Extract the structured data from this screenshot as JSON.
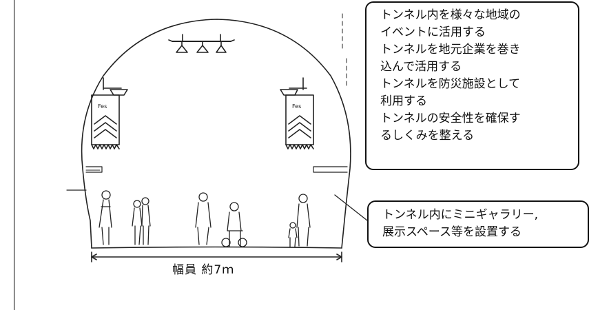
{
  "callouts": {
    "activities": [
      "トンネル内を様々な地域の",
      "イベントに活用する",
      "トンネルを地元企業を巻き",
      "込んで活用する",
      "トンネルを防災施設として",
      "利用する",
      "トンネルの安全性を確保す",
      "るしくみを整える"
    ],
    "gallery": [
      "トンネル内にミニギャラリー,",
      "展示スペース等を設置する"
    ]
  },
  "banners": {
    "left_text": "Fes",
    "right_text": "Fes"
  },
  "dimension": {
    "width_label": "幅員 約7ｍ"
  }
}
